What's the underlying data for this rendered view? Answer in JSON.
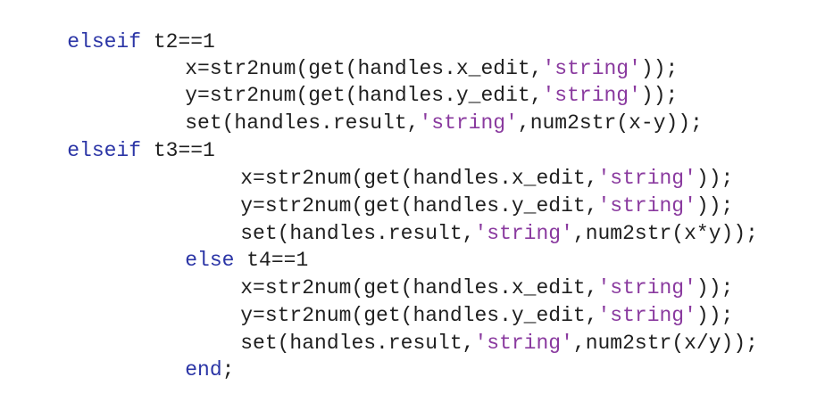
{
  "code": {
    "lines": [
      [
        {
          "t": "elseif",
          "c": "kw"
        },
        {
          "t": " t2==1",
          "c": "tx"
        }
      ],
      [
        {
          "t": "x=str2num(get(handles.x_edit,",
          "c": "tx"
        },
        {
          "t": "'string'",
          "c": "str"
        },
        {
          "t": "));",
          "c": "tx"
        }
      ],
      [
        {
          "t": "y=str2num(get(handles.y_edit,",
          "c": "tx"
        },
        {
          "t": "'string'",
          "c": "str"
        },
        {
          "t": "));",
          "c": "tx"
        }
      ],
      [
        {
          "t": "set(handles.result,",
          "c": "tx"
        },
        {
          "t": "'string'",
          "c": "str"
        },
        {
          "t": ",num2str(x-y));",
          "c": "tx"
        }
      ],
      [
        {
          "t": "elseif",
          "c": "kw"
        },
        {
          "t": " t3==1",
          "c": "tx"
        }
      ],
      [
        {
          "t": "x=str2num(get(handles.x_edit,",
          "c": "tx"
        },
        {
          "t": "'string'",
          "c": "str"
        },
        {
          "t": "));",
          "c": "tx"
        }
      ],
      [
        {
          "t": "y=str2num(get(handles.y_edit,",
          "c": "tx"
        },
        {
          "t": "'string'",
          "c": "str"
        },
        {
          "t": "));",
          "c": "tx"
        }
      ],
      [
        {
          "t": "set(handles.result,",
          "c": "tx"
        },
        {
          "t": "'string'",
          "c": "str"
        },
        {
          "t": ",num2str(x*y));",
          "c": "tx"
        }
      ],
      [
        {
          "t": "else",
          "c": "kw"
        },
        {
          "t": " t4==1",
          "c": "tx"
        }
      ],
      [
        {
          "t": "x=str2num(get(handles.x_edit,",
          "c": "tx"
        },
        {
          "t": "'string'",
          "c": "str"
        },
        {
          "t": "));",
          "c": "tx"
        }
      ],
      [
        {
          "t": "y=str2num(get(handles.y_edit,",
          "c": "tx"
        },
        {
          "t": "'string'",
          "c": "str"
        },
        {
          "t": "));",
          "c": "tx"
        }
      ],
      [
        {
          "t": "set(handles.result,",
          "c": "tx"
        },
        {
          "t": "'string'",
          "c": "str"
        },
        {
          "t": ",num2str(x/y));",
          "c": "tx"
        }
      ],
      [
        {
          "t": "end",
          "c": "kw"
        },
        {
          "t": ";",
          "c": "tx"
        }
      ]
    ]
  },
  "colors": {
    "keyword": "#2b35a6",
    "string": "#8a3a9f",
    "text": "#1f1f1f"
  }
}
